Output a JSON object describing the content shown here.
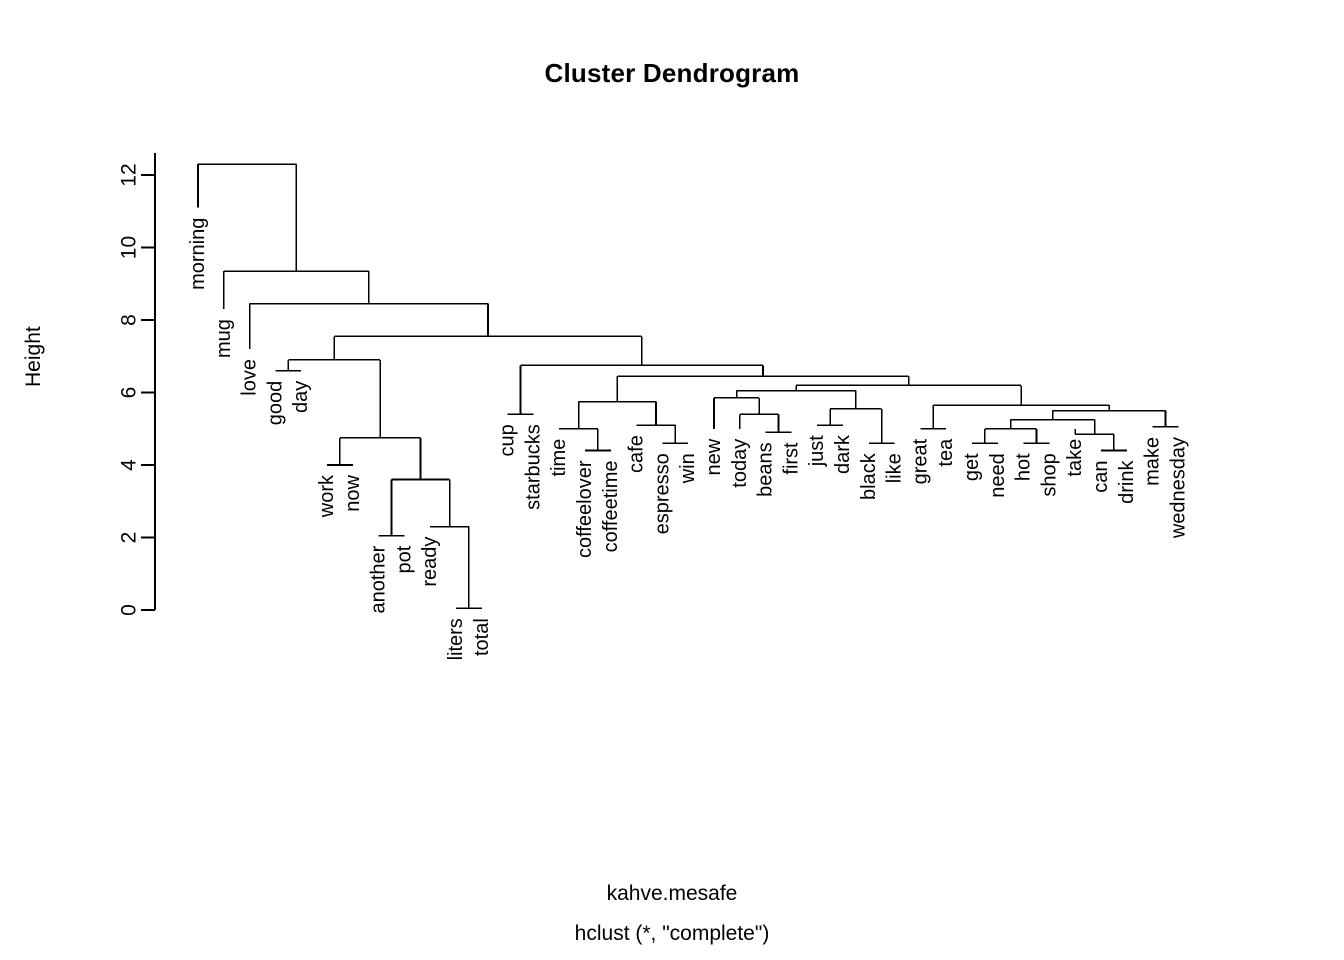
{
  "title": "Cluster Dendrogram",
  "y_axis_label": "Height",
  "footer_line1": "kahve.mesafe",
  "footer_line2": "hclust (*, \"complete\")",
  "colors": {
    "line": "#000000",
    "background": "#ffffff",
    "text": "#000000"
  },
  "chart_data": {
    "type": "dendrogram",
    "title": "Cluster Dendrogram",
    "xlabel": "kahve.mesafe",
    "sublabel": "hclust (*, \"complete\")",
    "ylabel": "Height",
    "ylim": [
      0,
      12.6
    ],
    "yticks": [
      0,
      2,
      4,
      6,
      8,
      10,
      12
    ],
    "grid": false,
    "method": "complete",
    "distance_object": "kahve.mesafe",
    "orientation": "vertical",
    "n_leaves": 39,
    "leaves": [
      "morning",
      "mug",
      "love",
      "good",
      "day",
      "work",
      "now",
      "another",
      "pot",
      "ready",
      "liters",
      "total",
      "cup",
      "starbucks",
      "time",
      "coffeelover",
      "coffeetime",
      "cafe",
      "espresso",
      "win",
      "new",
      "today",
      "beans",
      "first",
      "just",
      "dark",
      "black",
      "like",
      "great",
      "tea",
      "get",
      "need",
      "hot",
      "shop",
      "take",
      "can",
      "drink",
      "make",
      "wednesday"
    ],
    "leaf_heights": [
      11.1,
      8.3,
      7.2,
      6.6,
      6.6,
      4.0,
      4.0,
      2.05,
      2.05,
      2.3,
      0.05,
      0.05,
      5.4,
      5.4,
      5.0,
      4.4,
      4.4,
      5.1,
      4.6,
      4.6,
      5.0,
      5.0,
      4.9,
      4.9,
      5.1,
      5.1,
      4.6,
      4.6,
      5.0,
      5.0,
      4.6,
      4.6,
      4.6,
      4.6,
      5.0,
      4.4,
      4.4,
      5.05,
      5.05
    ],
    "merges": [
      {
        "id": "m1",
        "height": 2.05,
        "left": "another",
        "right": "pot"
      },
      {
        "id": "m2",
        "height": 0.05,
        "left": "liters",
        "right": "total"
      },
      {
        "id": "m3",
        "height": 2.3,
        "left": "ready",
        "right": "m2"
      },
      {
        "id": "m4",
        "height": 3.6,
        "left": "m1",
        "right": "m3"
      },
      {
        "id": "m5",
        "height": 4.0,
        "left": "work",
        "right": "now"
      },
      {
        "id": "m6",
        "height": 4.75,
        "left": "m5",
        "right": "m4"
      },
      {
        "id": "m7",
        "height": 6.6,
        "left": "good",
        "right": "day"
      },
      {
        "id": "m8",
        "height": 6.9,
        "left": "m7",
        "right": "m6"
      },
      {
        "id": "m9",
        "height": 4.4,
        "left": "coffeelover",
        "right": "coffeetime"
      },
      {
        "id": "m10",
        "height": 5.0,
        "left": "time",
        "right": "m9"
      },
      {
        "id": "m11",
        "height": 4.6,
        "left": "espresso",
        "right": "win"
      },
      {
        "id": "m12",
        "height": 5.1,
        "left": "cafe",
        "right": "m11"
      },
      {
        "id": "m13",
        "height": 5.75,
        "left": "m10",
        "right": "m12"
      },
      {
        "id": "m14",
        "height": 4.9,
        "left": "beans",
        "right": "first"
      },
      {
        "id": "m15",
        "height": 5.4,
        "left": "today",
        "right": "m14"
      },
      {
        "id": "m16",
        "height": 5.85,
        "left": "new",
        "right": "m15"
      },
      {
        "id": "m17",
        "height": 5.1,
        "left": "just",
        "right": "dark"
      },
      {
        "id": "m18",
        "height": 4.6,
        "left": "black",
        "right": "like"
      },
      {
        "id": "m19",
        "height": 5.55,
        "left": "m17",
        "right": "m18"
      },
      {
        "id": "m20",
        "height": 6.05,
        "left": "m16",
        "right": "m19"
      },
      {
        "id": "m21",
        "height": 4.6,
        "left": "get",
        "right": "need"
      },
      {
        "id": "m22",
        "height": 4.6,
        "left": "hot",
        "right": "shop"
      },
      {
        "id": "m23",
        "height": 5.0,
        "left": "m21",
        "right": "m22"
      },
      {
        "id": "m24",
        "height": 4.4,
        "left": "can",
        "right": "drink"
      },
      {
        "id": "m25",
        "height": 4.85,
        "left": "take",
        "right": "m24"
      },
      {
        "id": "m26",
        "height": 5.25,
        "left": "m23",
        "right": "m25"
      },
      {
        "id": "m27",
        "height": 5.05,
        "left": "make",
        "right": "wednesday"
      },
      {
        "id": "m28",
        "height": 5.5,
        "left": "m26",
        "right": "m27"
      },
      {
        "id": "m29",
        "height": 5.0,
        "left": "great",
        "right": "tea"
      },
      {
        "id": "m30",
        "height": 5.65,
        "left": "m29",
        "right": "m28"
      },
      {
        "id": "m31",
        "height": 6.2,
        "left": "m20",
        "right": "m30"
      },
      {
        "id": "m32",
        "height": 6.45,
        "left": "m13",
        "right": "m31"
      },
      {
        "id": "m33",
        "height": 5.4,
        "left": "cup",
        "right": "starbucks"
      },
      {
        "id": "m34",
        "height": 6.75,
        "left": "m33",
        "right": "m32"
      },
      {
        "id": "m35",
        "height": 7.55,
        "left": "m8",
        "right": "m34"
      },
      {
        "id": "m36",
        "height": 8.45,
        "left": "love",
        "right": "m35"
      },
      {
        "id": "m37",
        "height": 9.35,
        "left": "mug",
        "right": "m36"
      },
      {
        "id": "m38",
        "height": 12.3,
        "left": "morning",
        "right": "m37"
      }
    ]
  }
}
